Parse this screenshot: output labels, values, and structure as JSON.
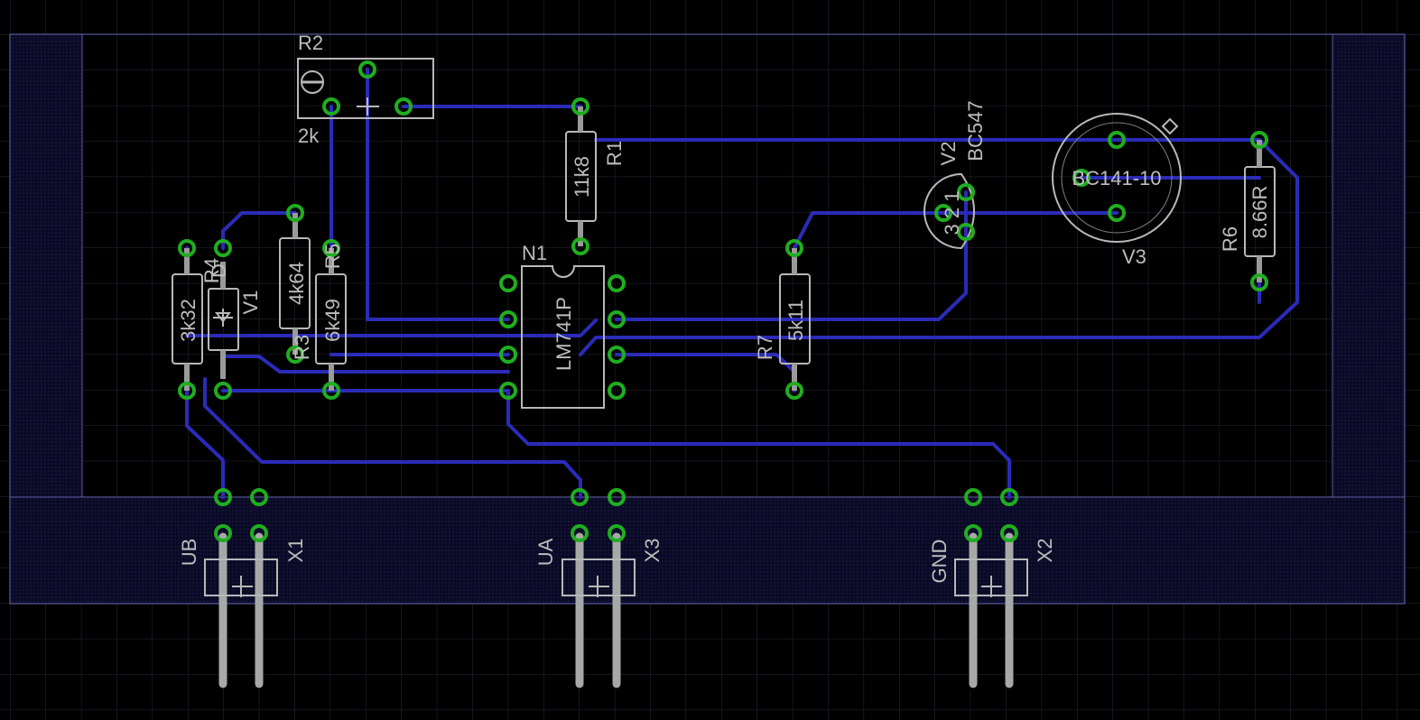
{
  "colors": {
    "background": "#000000",
    "grid": "#2b2b33",
    "board_outline": "#5a5aa0",
    "board_fill": "#0e0e2e",
    "trace": "#2b2bb8",
    "pad": "#1fae1f",
    "silkscreen": "#b8b8b8"
  },
  "parts": {
    "R2": {
      "name": "R2",
      "value": "2k"
    },
    "R1": {
      "name": "R1",
      "value": "11k8"
    },
    "N1": {
      "name": "N1",
      "value": "LM741P"
    },
    "V2": {
      "name": "V2",
      "value": "BC547",
      "pins": "3 2 1"
    },
    "V3": {
      "name": "V3",
      "value": "BC141-10"
    },
    "R6": {
      "name": "R6",
      "value": "8.66R"
    },
    "R7": {
      "name": "R7",
      "value": "5k11"
    },
    "R3": {
      "name": "R3",
      "value": "4k64"
    },
    "R5": {
      "name": "R5",
      "value": "6k49"
    },
    "R4": {
      "name": "R4",
      "value": "3k32"
    },
    "V1": {
      "name": "V1",
      "value": "D"
    },
    "X1": {
      "name": "X1",
      "value": "UB"
    },
    "X3": {
      "name": "X3",
      "value": "UA"
    },
    "X2": {
      "name": "X2",
      "value": "GND"
    }
  }
}
